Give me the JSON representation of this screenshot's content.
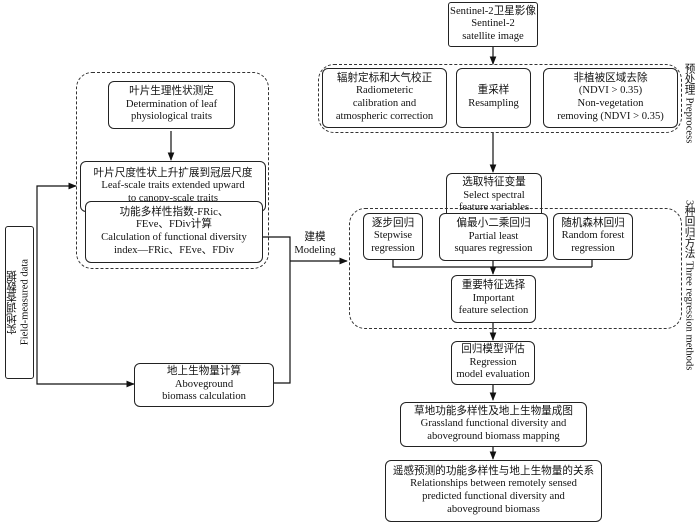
{
  "left_input": {
    "zh": "实地调查数据",
    "en": "Field-measured data"
  },
  "sentinel": {
    "zh": "Sentinel-2卫星影像",
    "en1": "Sentinel-2",
    "en2": "satellite image"
  },
  "preprocess": {
    "side_label": "预处理 Preprocess",
    "radiometric": {
      "zh": "辐射定标和大气校正",
      "en1": "Radiometeric",
      "en2": "calibration and",
      "en3": "atmospheric correction"
    },
    "resampling": {
      "zh": "重采样",
      "en": "Resampling"
    },
    "nonveg": {
      "zh": "非植被区域去除",
      "en1": "(NDVI > 0.35)",
      "en2": "Non-vegetation",
      "en3": "removing (NDVI > 0.35)"
    }
  },
  "field": {
    "leaf": {
      "zh": "叶片生理性状测定",
      "en1": "Determination of leaf",
      "en2": "physiological traits"
    },
    "upscale": {
      "zh": "叶片尺度性状上升扩展到冠层尺度",
      "en1": "Leaf-scale traits extended upward",
      "en2": "to canopy-scale traits"
    },
    "fd": {
      "zh": "功能多样性指数-FRic、",
      "zh2": "FEve、FDiv计算",
      "en1": "Calculation of functional diversity",
      "en2": "index—FRic、FEve、FDiv"
    },
    "agb": {
      "zh": "地上生物量计算",
      "en1": "Aboveground",
      "en2": "biomass calculation"
    }
  },
  "modeling": {
    "zh": "建模",
    "en": "Modeling"
  },
  "select": {
    "zh": "选取特征变量",
    "en1": "Select spectral",
    "en2": "feature variables"
  },
  "regression": {
    "side_label": "3种回归方法 Three regression methods",
    "stepwise": {
      "zh": "逐步回归",
      "en1": "Stepwise",
      "en2": "regression"
    },
    "pls": {
      "zh": "偏最小二乘回归",
      "en1": "Partial least",
      "en2": "squares regression"
    },
    "rf": {
      "zh": "随机森林回归",
      "en1": "Random forest",
      "en2": "regression"
    },
    "important": {
      "zh": "重要特征选择",
      "en1": "Important",
      "en2": "feature selection"
    }
  },
  "evaluation": {
    "zh": "回归模型评估",
    "en1": "Regression",
    "en2": "model evaluation"
  },
  "mapping": {
    "zh": "草地功能多样性及地上生物量成图",
    "en1": "Grassland functional diversity and",
    "en2": "aboveground biomass mapping"
  },
  "relationship": {
    "zh": "遥感预测的功能多样性与地上生物量的关系",
    "en1": "Relationships between remotely sensed",
    "en2": "predicted functional diversity and",
    "en3": "aboveground biomass"
  }
}
